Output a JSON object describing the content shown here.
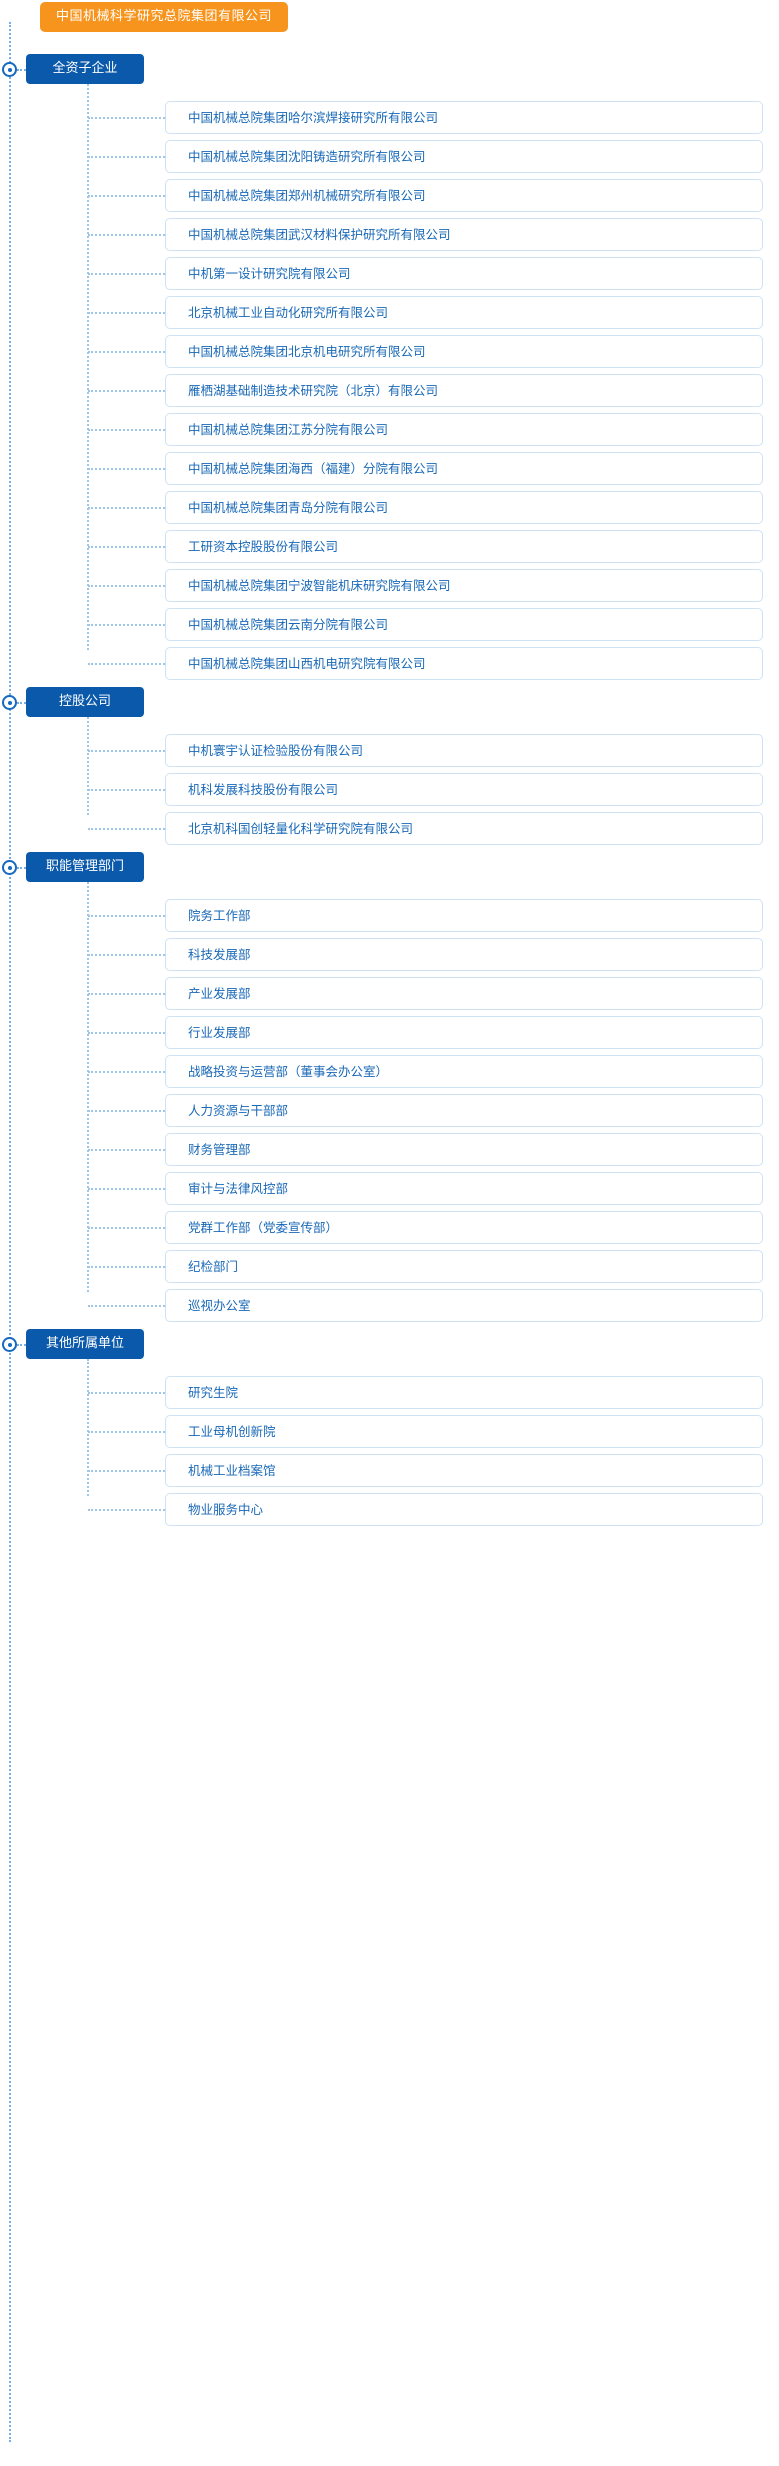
{
  "root": {
    "label": "中国机械科学研究总院集团有限公司",
    "color": "#f7941d"
  },
  "theme": {
    "category_color": "#0b59ab",
    "leaf_text_color": "#1868b7",
    "leaf_border_color": "#cfe2f3",
    "connector_color": "#9fc6e8",
    "spine_color": "#7aaede"
  },
  "sections": [
    {
      "label": "全资子企业",
      "items": [
        "中国机械总院集团哈尔滨焊接研究所有限公司",
        "中国机械总院集团沈阳铸造研究所有限公司",
        "中国机械总院集团郑州机械研究所有限公司",
        "中国机械总院集团武汉材料保护研究所有限公司",
        "中机第一设计研究院有限公司",
        "北京机械工业自动化研究所有限公司",
        "中国机械总院集团北京机电研究所有限公司",
        "雁栖湖基础制造技术研究院（北京）有限公司",
        "中国机械总院集团江苏分院有限公司",
        "中国机械总院集团海西（福建）分院有限公司",
        "中国机械总院集团青岛分院有限公司",
        "工研资本控股股份有限公司",
        "中国机械总院集团宁波智能机床研究院有限公司",
        "中国机械总院集团云南分院有限公司",
        "中国机械总院集团山西机电研究院有限公司"
      ]
    },
    {
      "label": "控股公司",
      "items": [
        "中机寰宇认证检验股份有限公司",
        "机科发展科技股份有限公司",
        "北京机科国创轻量化科学研究院有限公司"
      ]
    },
    {
      "label": "职能管理部门",
      "items": [
        "院务工作部",
        "科技发展部",
        "产业发展部",
        "行业发展部",
        "战略投资与运营部（董事会办公室）",
        "人力资源与干部部",
        "财务管理部",
        "审计与法律风控部",
        "党群工作部（党委宣传部）",
        "纪检部门",
        "巡视办公室"
      ]
    },
    {
      "label": "其他所属单位",
      "items": [
        "研究生院",
        "工业母机创新院",
        "机械工业档案馆",
        "物业服务中心"
      ]
    }
  ]
}
